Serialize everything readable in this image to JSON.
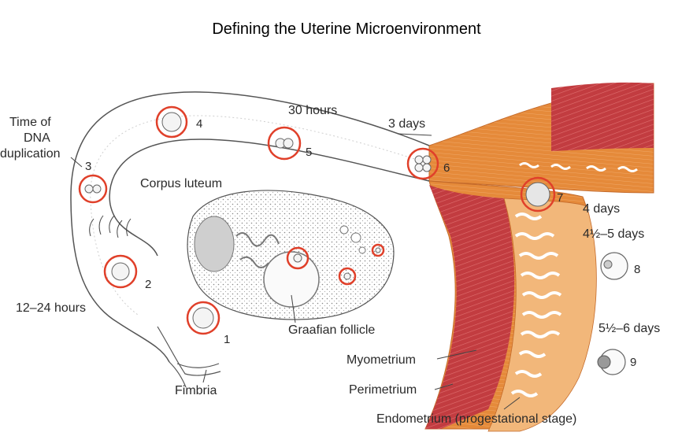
{
  "title": "Defining the Uterine Microenvironment",
  "labels": {
    "time_of_dna_1": "Time of",
    "time_of_dna_2": "DNA",
    "time_of_dna_3": "duplication",
    "thirty_hours": "30 hours",
    "three_days": "3 days",
    "corpus_luteum": "Corpus luteum",
    "four_days": "4 days",
    "four_half_five_days": "4½–5 days",
    "twelve_24_hours": "12–24 hours",
    "graafian_follicle": "Graafian follicle",
    "five_half_six_days": "5½–6 days",
    "myometrium": "Myometrium",
    "perimetrium": "Perimetrium",
    "fimbria": "Fimbria",
    "endometrium": "Endometrium (progestational stage)"
  },
  "stages": [
    "1",
    "2",
    "3",
    "4",
    "5",
    "6",
    "7",
    "8",
    "9"
  ],
  "colors": {
    "highlight_ring": "#e0402a",
    "uterine_orange": "#e58a3a",
    "myometrium_red": "#c23c40",
    "endometrium_light": "#efa062",
    "ovary_fill": "#f1f1f1",
    "line": "#444444"
  }
}
